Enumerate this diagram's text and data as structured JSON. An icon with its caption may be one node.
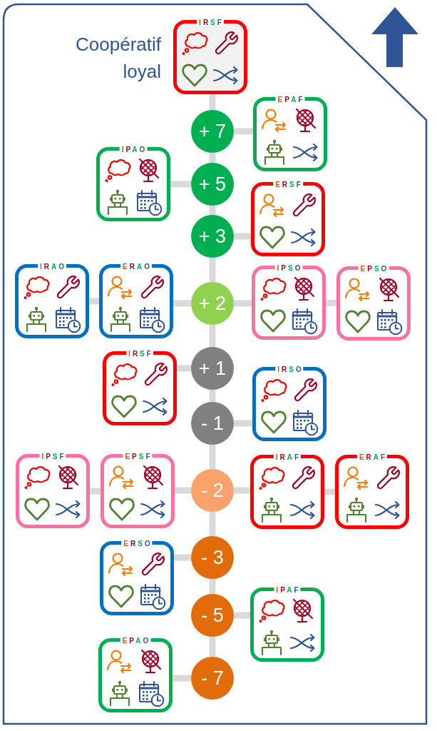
{
  "diagram": {
    "nodes": [
      {
        "text": [
          "IRSF"
        ],
        "beside": [
          "Coopératif loyal"
        ]
      },
      {
        "text": [
          "EPAF"
        ]
      },
      {
        "text": [
          "+ 7"
        ]
      },
      {
        "text": [
          "IPAO"
        ]
      },
      {
        "text": [
          "+ 5"
        ]
      },
      {
        "text": [
          "ERSF"
        ]
      },
      {
        "text": [
          "+ 3"
        ]
      },
      {
        "text": [
          "IRAO"
        ]
      },
      {
        "text": [
          "ERAO"
        ]
      },
      {
        "text": [
          "+ 2"
        ]
      },
      {
        "text": [
          "IPSO"
        ]
      },
      {
        "text": [
          "EPSO"
        ]
      },
      {
        "text": [
          "IRSF"
        ]
      },
      {
        "text": [
          "+ 1"
        ]
      },
      {
        "text": [
          "IRSO"
        ]
      },
      {
        "text": [
          "- 1"
        ]
      },
      {
        "text": [
          "IPSF"
        ]
      },
      {
        "text": [
          "EPSF"
        ]
      },
      {
        "text": [
          "- 2"
        ]
      },
      {
        "text": [
          "IRAF"
        ]
      },
      {
        "text": [
          "ERAF"
        ]
      },
      {
        "text": [
          "ERSO"
        ]
      },
      {
        "text": [
          "- 3"
        ]
      },
      {
        "text": [
          "IPAF"
        ]
      },
      {
        "text": [
          "- 5"
        ]
      },
      {
        "text": [
          "EPAO"
        ]
      },
      {
        "text": [
          "- 7"
        ]
      }
    ],
    "edges": [
      {
        "from": 0,
        "to": 2,
        "arrow": "none"
      },
      {
        "from": 2,
        "to": 1,
        "arrow": "none"
      },
      {
        "from": 2,
        "to": 4,
        "arrow": "none"
      },
      {
        "from": 4,
        "to": 3,
        "arrow": "none"
      },
      {
        "from": 4,
        "to": 6,
        "arrow": "none"
      },
      {
        "from": 6,
        "to": 5,
        "arrow": "none"
      },
      {
        "from": 6,
        "to": 9,
        "arrow": "none"
      },
      {
        "from": 9,
        "to": 8,
        "arrow": "none"
      },
      {
        "from": 8,
        "to": 7,
        "arrow": "none"
      },
      {
        "from": 9,
        "to": 10,
        "arrow": "none"
      },
      {
        "from": 10,
        "to": 11,
        "arrow": "none"
      },
      {
        "from": 9,
        "to": 13,
        "arrow": "none"
      },
      {
        "from": 13,
        "to": 12,
        "arrow": "none"
      },
      {
        "from": 13,
        "to": 15,
        "arrow": "none"
      },
      {
        "from": 15,
        "to": 14,
        "arrow": "none"
      },
      {
        "from": 15,
        "to": 18,
        "arrow": "none"
      },
      {
        "from": 18,
        "to": 17,
        "arrow": "none"
      },
      {
        "from": 17,
        "to": 16,
        "arrow": "none"
      },
      {
        "from": 18,
        "to": 19,
        "arrow": "none"
      },
      {
        "from": 19,
        "to": 20,
        "arrow": "none"
      },
      {
        "from": 18,
        "to": 22,
        "arrow": "none"
      },
      {
        "from": 22,
        "to": 21,
        "arrow": "none"
      },
      {
        "from": 22,
        "to": 24,
        "arrow": "none"
      },
      {
        "from": 24,
        "to": 23,
        "arrow": "none"
      },
      {
        "from": 24,
        "to": 26,
        "arrow": "none"
      },
      {
        "from": 26,
        "to": 25,
        "arrow": "none"
      }
    ]
  }
}
